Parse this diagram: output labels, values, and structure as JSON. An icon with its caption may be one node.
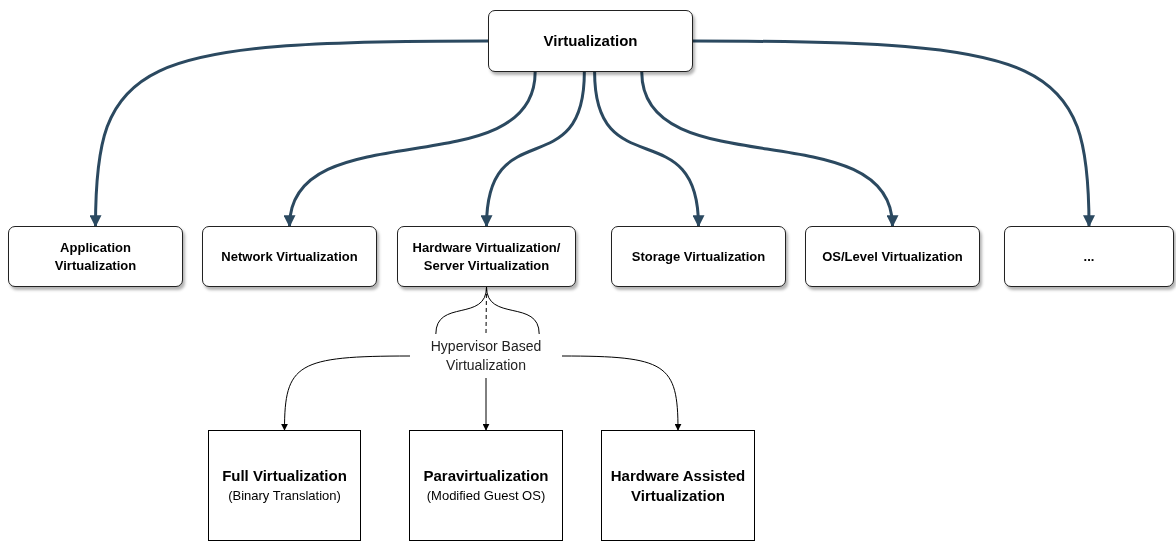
{
  "diagram": {
    "nodes": [
      {
        "text": [
          "Virtualization"
        ]
      },
      {
        "text": [
          "Application Virtualization"
        ]
      },
      {
        "text": [
          "Network Virtualization"
        ]
      },
      {
        "text": [
          "Hardware Virtualization/ Server Virtualization"
        ]
      },
      {
        "text": [
          "Storage Virtualization"
        ]
      },
      {
        "text": [
          "OS/Level Virtualization"
        ]
      },
      {
        "text": [
          "..."
        ]
      },
      {
        "text": [
          "Hypervisor Based Virtualization"
        ]
      },
      {
        "text": [
          "Full Virtualization",
          "(Binary Translation)"
        ]
      },
      {
        "text": [
          "Paravirtualization",
          "(Modified Guest OS)"
        ]
      },
      {
        "text": [
          "Hardware Assisted Virtualization"
        ]
      }
    ],
    "edges": [
      {
        "from": 0,
        "to": 1,
        "arrow": "to",
        "style": "thick"
      },
      {
        "from": 0,
        "to": 2,
        "arrow": "to",
        "style": "thick"
      },
      {
        "from": 0,
        "to": 3,
        "arrow": "to",
        "style": "thick"
      },
      {
        "from": 0,
        "to": 4,
        "arrow": "to",
        "style": "thick"
      },
      {
        "from": 0,
        "to": 5,
        "arrow": "to",
        "style": "thick"
      },
      {
        "from": 0,
        "to": 6,
        "arrow": "to",
        "style": "thick"
      },
      {
        "from": 3,
        "to": 7,
        "arrow": "none",
        "color": "#000000"
      },
      {
        "from": 3,
        "to": 7,
        "arrow": "none",
        "style": "dashed",
        "color": "#000000"
      },
      {
        "from": 3,
        "to": 7,
        "arrow": "none",
        "color": "#000000"
      },
      {
        "from": 7,
        "to": 8,
        "arrow": "to",
        "color": "#000000"
      },
      {
        "from": 7,
        "to": 9,
        "arrow": "to",
        "color": "#000000"
      },
      {
        "from": 7,
        "to": 10,
        "arrow": "to",
        "color": "#000000"
      }
    ]
  }
}
